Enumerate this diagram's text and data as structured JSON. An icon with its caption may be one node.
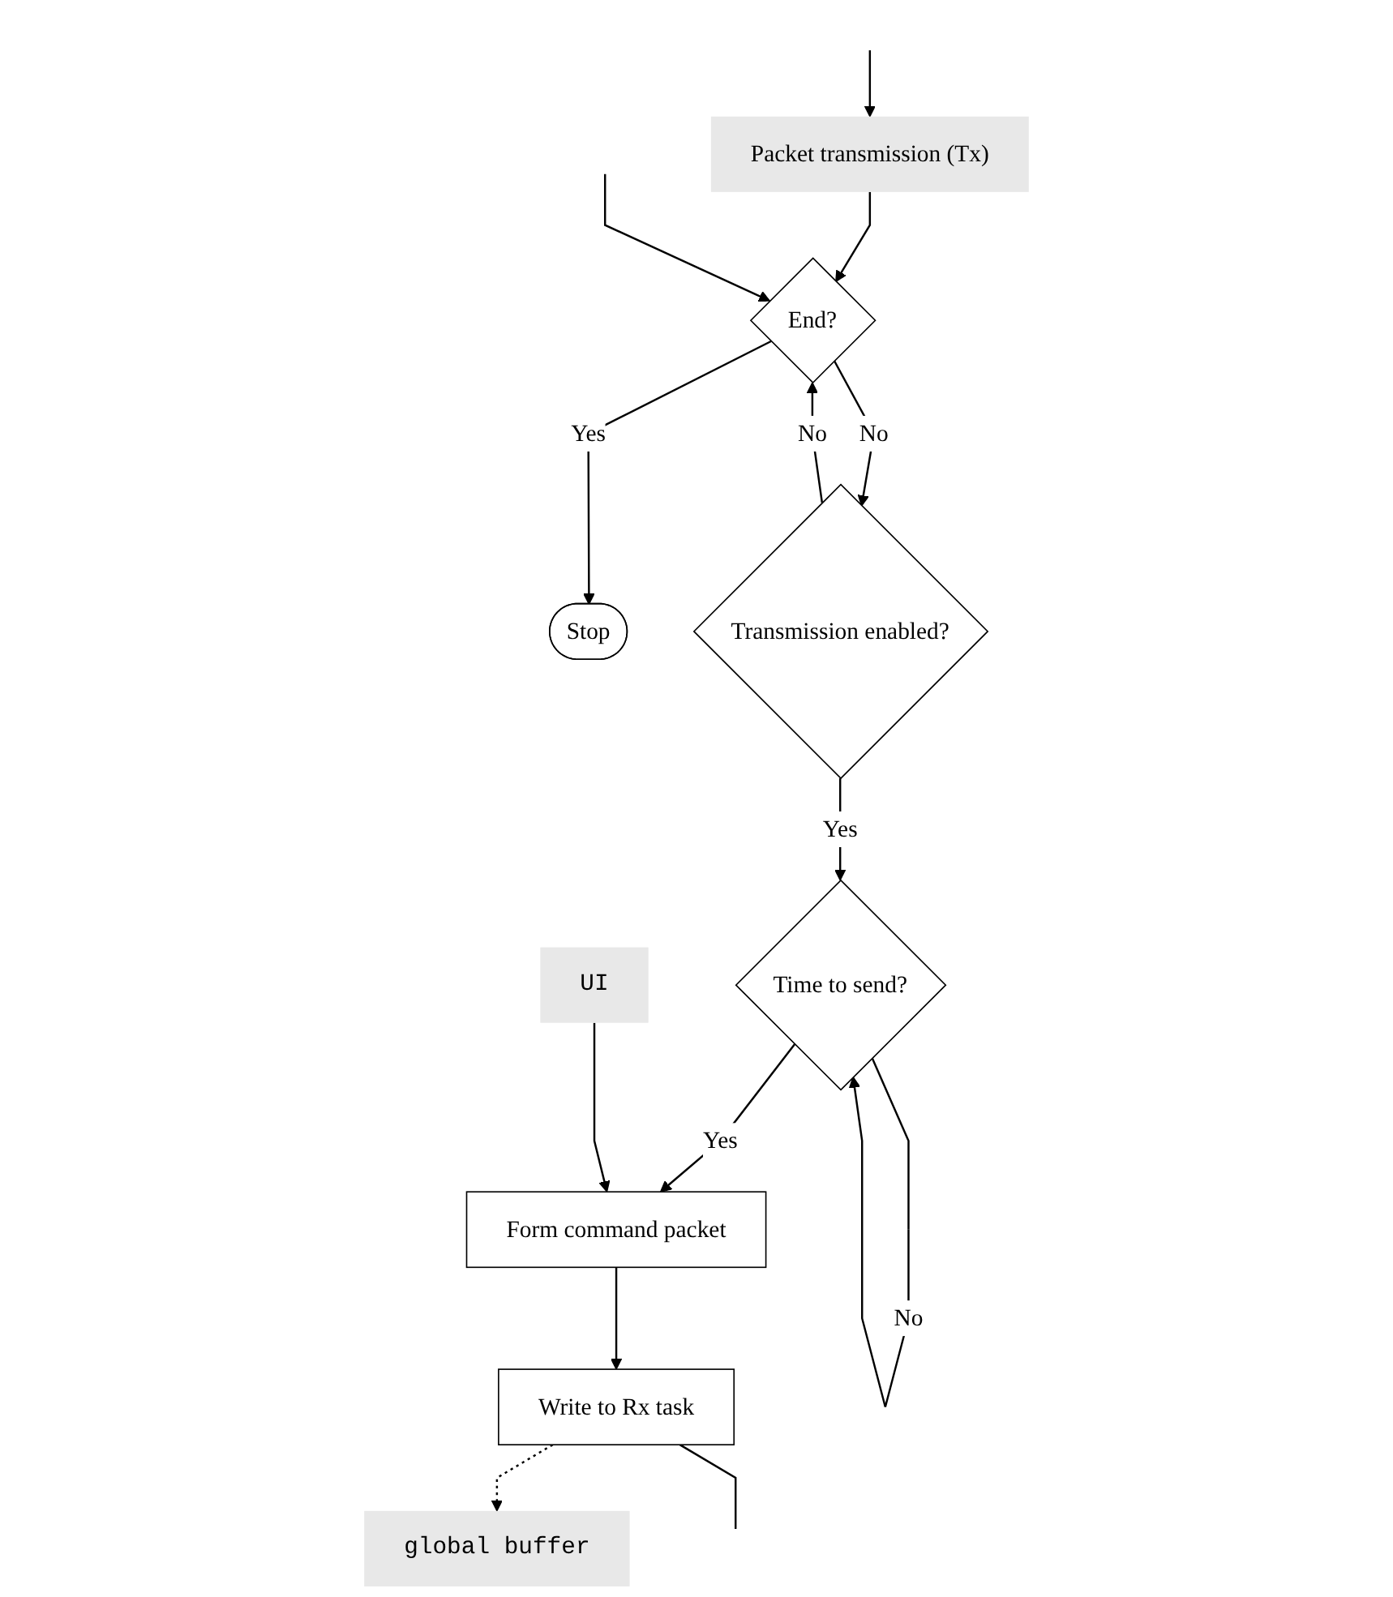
{
  "diagram": {
    "nodes": [
      {
        "text": [
          "Packet transmission (Tx)"
        ]
      },
      {
        "text": [
          "End?"
        ]
      },
      {
        "text": [
          "Stop"
        ]
      },
      {
        "text": [
          "Transmission enabled?"
        ]
      },
      {
        "text": [
          "Time to send?"
        ]
      },
      {
        "text": [
          "Form command packet"
        ]
      },
      {
        "text": [
          "UI"
        ]
      },
      {
        "text": [
          "Write to Rx task"
        ]
      },
      {
        "text": [
          "global buffer"
        ]
      }
    ],
    "edges": [
      {
        "from": null,
        "to": 0,
        "arrow": "to"
      },
      {
        "from": 0,
        "to": 1,
        "arrow": "to"
      },
      {
        "from": 1,
        "to": 2,
        "arrow": "to",
        "label": "Yes"
      },
      {
        "from": 1,
        "to": 3,
        "arrow": "to",
        "label": "No"
      },
      {
        "from": 3,
        "to": 1,
        "arrow": "to",
        "label": "No"
      },
      {
        "from": 3,
        "to": 4,
        "arrow": "to",
        "label": "Yes"
      },
      {
        "from": 4,
        "to": 4,
        "arrow": "to",
        "label": "No"
      },
      {
        "from": 4,
        "to": 5,
        "arrow": "to",
        "label": "Yes"
      },
      {
        "from": 6,
        "to": 5,
        "arrow": "to"
      },
      {
        "from": 5,
        "to": 7,
        "arrow": "to"
      },
      {
        "from": 7,
        "to": 8,
        "arrow": "to",
        "style": "dashed"
      },
      {
        "from": 7,
        "to": null,
        "arrow": "none"
      },
      {
        "from": null,
        "to": 1,
        "arrow": "to"
      }
    ]
  }
}
